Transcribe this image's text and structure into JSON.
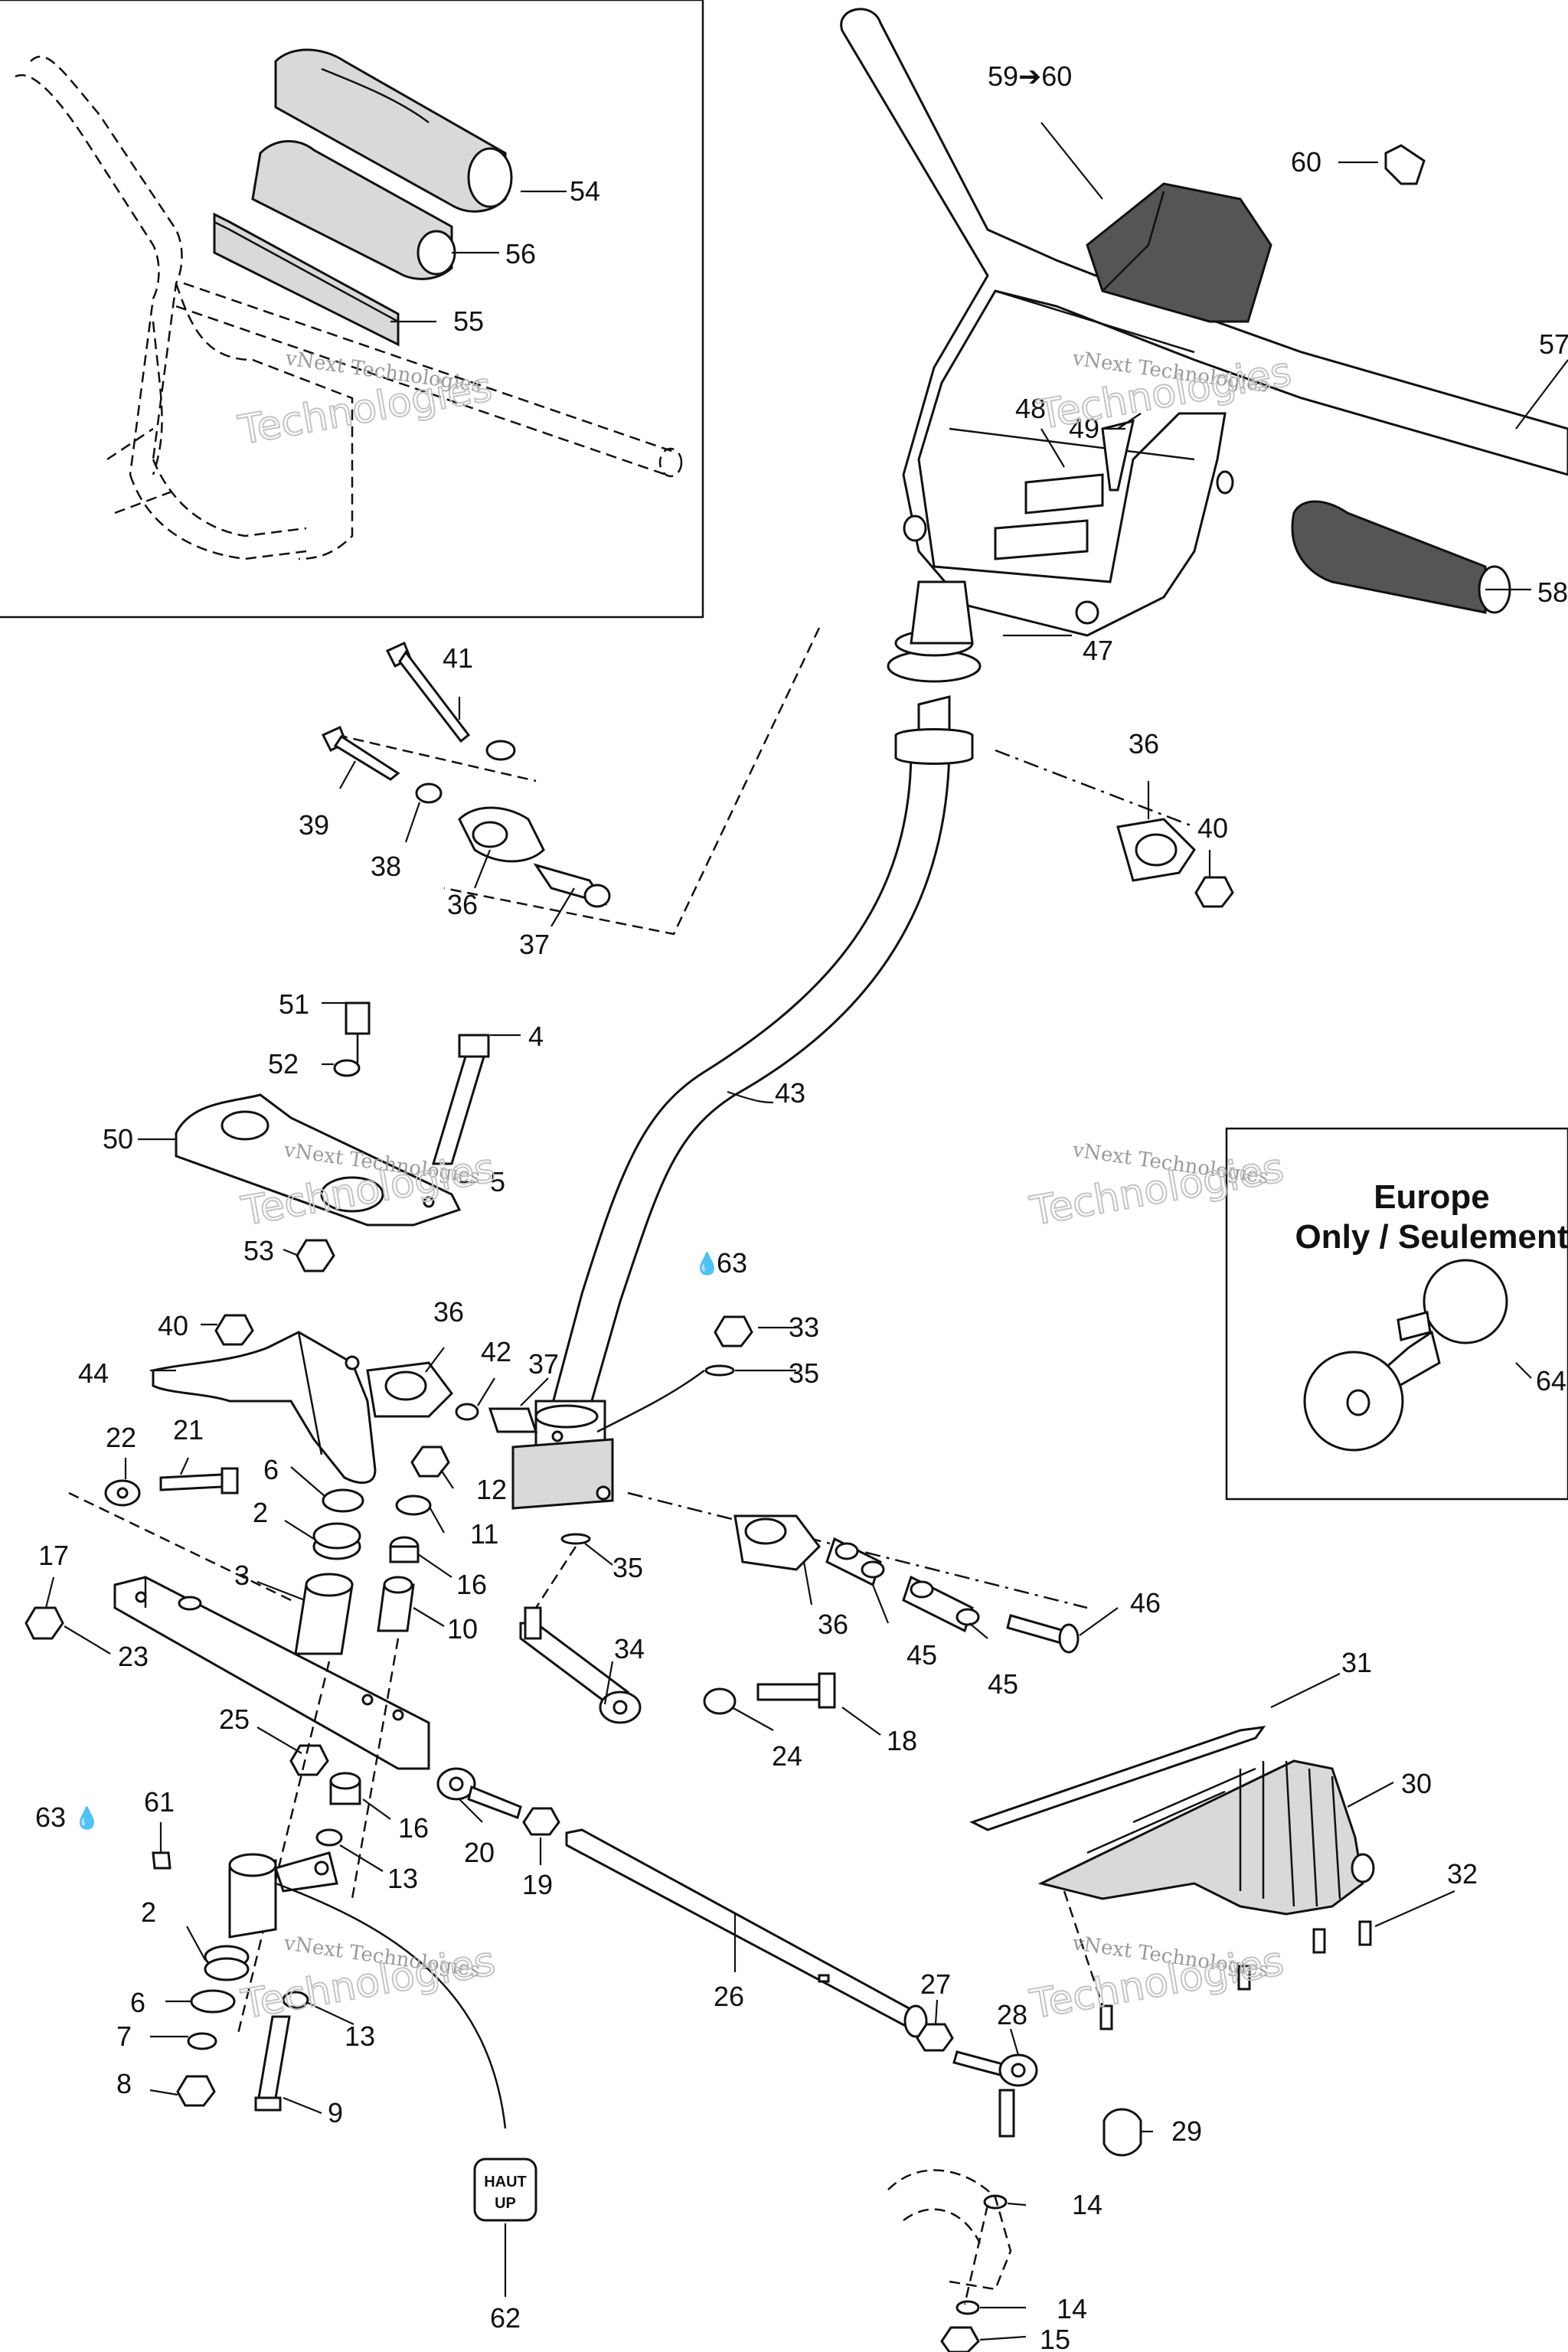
{
  "watermark": {
    "line1": "vNext Technologies",
    "line2_big": "Technologies",
    "line3_big": "vNext"
  },
  "inset_europe": {
    "title_line1": "Europe",
    "title_line2": "Only / Seulement"
  },
  "sticker": {
    "line1": "HAUT",
    "line2": "UP"
  },
  "arrow_glyph": "➔",
  "drop_glyph": "💧",
  "callouts": {
    "c54": "54",
    "c56": "56",
    "c55": "55",
    "c59_60": "59➔60",
    "c60": "60",
    "c57": "57",
    "c48": "48",
    "c49": "49",
    "c58": "58",
    "c47": "47",
    "c41": "41",
    "c39": "39",
    "c38": "38",
    "c36a": "36",
    "c37a": "37",
    "c36b": "36",
    "c40a": "40",
    "c51": "51",
    "c52": "52",
    "c4": "4",
    "c50": "50",
    "c5": "5",
    "c53": "53",
    "c43": "43",
    "c63a": "63",
    "c33": "33",
    "c35a": "35",
    "c40b": "40",
    "c36c": "36",
    "c42": "42",
    "c37b": "37",
    "c44": "44",
    "c22": "22",
    "c21": "21",
    "c6a": "6",
    "c12": "12",
    "c2a": "2",
    "c11": "11",
    "c17": "17",
    "c3": "3",
    "c16a": "16",
    "c35b": "35",
    "c23": "23",
    "c10": "10",
    "c36d": "36",
    "c45a": "45",
    "c45b": "45",
    "c46": "46",
    "c34": "34",
    "c31": "31",
    "c25": "25",
    "c24": "24",
    "c18": "18",
    "c30": "30",
    "c63b": "63",
    "c61": "61",
    "c16b": "16",
    "c20": "20",
    "c19": "19",
    "c32": "32",
    "c2b": "2",
    "c13a": "13",
    "c26": "26",
    "c6b": "6",
    "c13b": "13",
    "c27": "27",
    "c7": "7",
    "c28": "28",
    "c8": "8",
    "c9": "9",
    "c29": "29",
    "c14a": "14",
    "c62": "62",
    "c14b": "14",
    "c15": "15",
    "c64": "64"
  }
}
